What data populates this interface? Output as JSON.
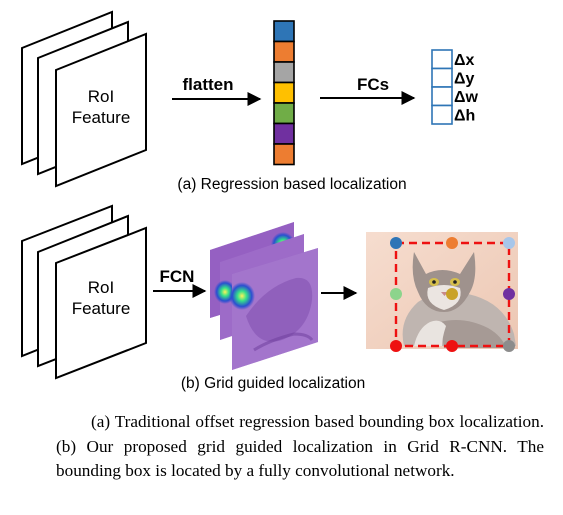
{
  "panel_a": {
    "roi_label_line1": "RoI",
    "roi_label_line2": "Feature",
    "flatten_label": "flatten",
    "fcs_label": "FCs",
    "vector_colors": [
      "#2e75b6",
      "#ed7d31",
      "#a5a5a5",
      "#ffc000",
      "#70ad47",
      "#7030a0",
      "#ed7d31"
    ],
    "offsets": [
      "Δx",
      "Δy",
      "Δw",
      "Δh"
    ],
    "caption": "(a) Regression based localization"
  },
  "panel_b": {
    "roi_label_line1": "RoI",
    "roi_label_line2": "Feature",
    "fcn_label": "FCN",
    "grid_point_colors": [
      "#2e75b6",
      "#ed7d31",
      "#a7c6ea",
      "#8cd48c",
      "#c9a227",
      "#7030a0",
      "#ee1111",
      "#ee1111",
      "#8c8c8c"
    ],
    "caption": "(b) Grid guided localization"
  },
  "caption": "(a) Traditional offset regression based bounding box localization. (b) Our proposed grid guided localization in Grid R-CNN. The bounding box is located by a fully convolutional network."
}
